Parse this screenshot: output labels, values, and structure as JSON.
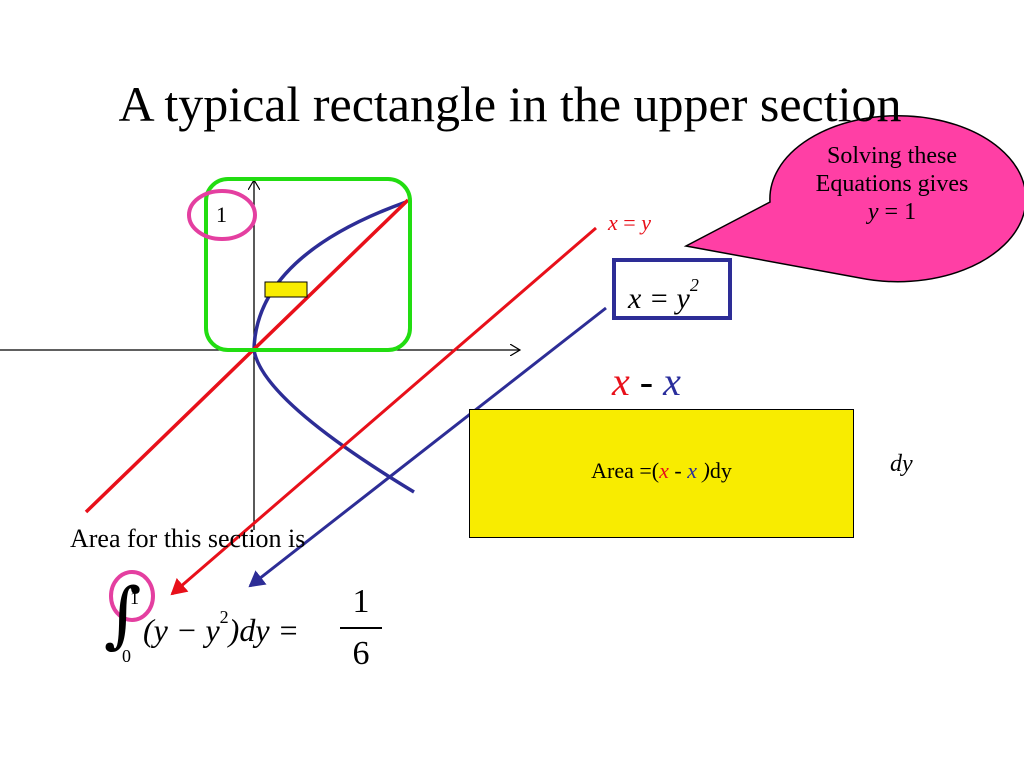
{
  "slide": {
    "title": "A typical rectangle in the upper section",
    "callout": {
      "line1": "Solving these",
      "line2": "Equations gives",
      "var": "y",
      "rest": " = 1"
    },
    "line_label": {
      "x": "x",
      "eq": " = ",
      "y": "y"
    },
    "curve_eq": {
      "lhs": "x = y",
      "exp": "2"
    },
    "difference": {
      "left": "x",
      "op": " - ",
      "right": "x"
    },
    "area_box": {
      "prefix": "Area =(",
      "x1": "x",
      "op": " - ",
      "x2": "x",
      "close": " )",
      "suffix": "dy"
    },
    "dy_label": "dy",
    "section_label": "Area for this section is",
    "axis_tick_label": "1",
    "integral": {
      "sign": "∫",
      "upper": "1",
      "lower": "0",
      "integrand_pre": "(y − y",
      "integrand_exp": "2",
      "integrand_post": ")dy =",
      "numerator": "1",
      "denominator": "6"
    },
    "colors": {
      "red_line": "#e8101a",
      "blue_curve": "#2d2d96",
      "green_box": "#22dd11",
      "pink_circle": "#e43fa0",
      "callout_fill": "#ff3fa5",
      "yellow": "#f8ec00"
    }
  }
}
